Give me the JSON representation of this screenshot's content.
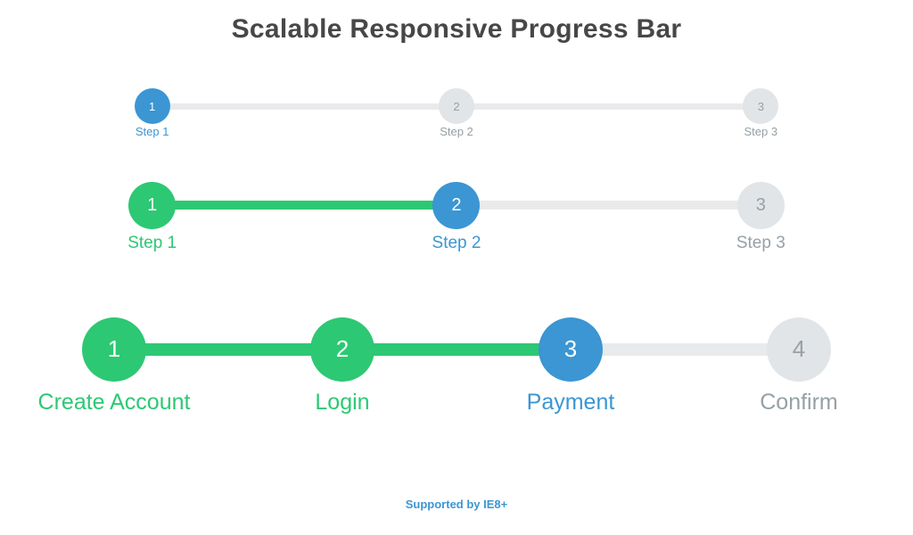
{
  "title": "Scalable Responsive Progress Bar",
  "footer": {
    "note": "Supported by IE8+"
  },
  "colors": {
    "blue": "#3b96d3",
    "green": "#2dc873",
    "line_gray": "#e8eaec",
    "circle_gray": "#e2e5e7",
    "text_gray": "#96a0a6",
    "title_text": "#474747"
  },
  "progress_bars": [
    {
      "name": "small",
      "steps": [
        {
          "number": "1",
          "label": "Step 1",
          "state": "active",
          "connector": "none"
        },
        {
          "number": "2",
          "label": "Step 2",
          "state": "todo",
          "connector": "gray"
        },
        {
          "number": "3",
          "label": "Step 3",
          "state": "todo",
          "connector": "gray"
        }
      ]
    },
    {
      "name": "medium",
      "steps": [
        {
          "number": "1",
          "label": "Step 1",
          "state": "done",
          "connector": "none"
        },
        {
          "number": "2",
          "label": "Step 2",
          "state": "active",
          "connector": "green"
        },
        {
          "number": "3",
          "label": "Step 3",
          "state": "todo",
          "connector": "gray"
        }
      ]
    },
    {
      "name": "large",
      "steps": [
        {
          "number": "1",
          "label": "Create Account",
          "state": "done",
          "connector": "none"
        },
        {
          "number": "2",
          "label": "Login",
          "state": "done",
          "connector": "green"
        },
        {
          "number": "3",
          "label": "Payment",
          "state": "active",
          "connector": "green"
        },
        {
          "number": "4",
          "label": "Confirm",
          "state": "todo",
          "connector": "gray"
        }
      ]
    }
  ]
}
